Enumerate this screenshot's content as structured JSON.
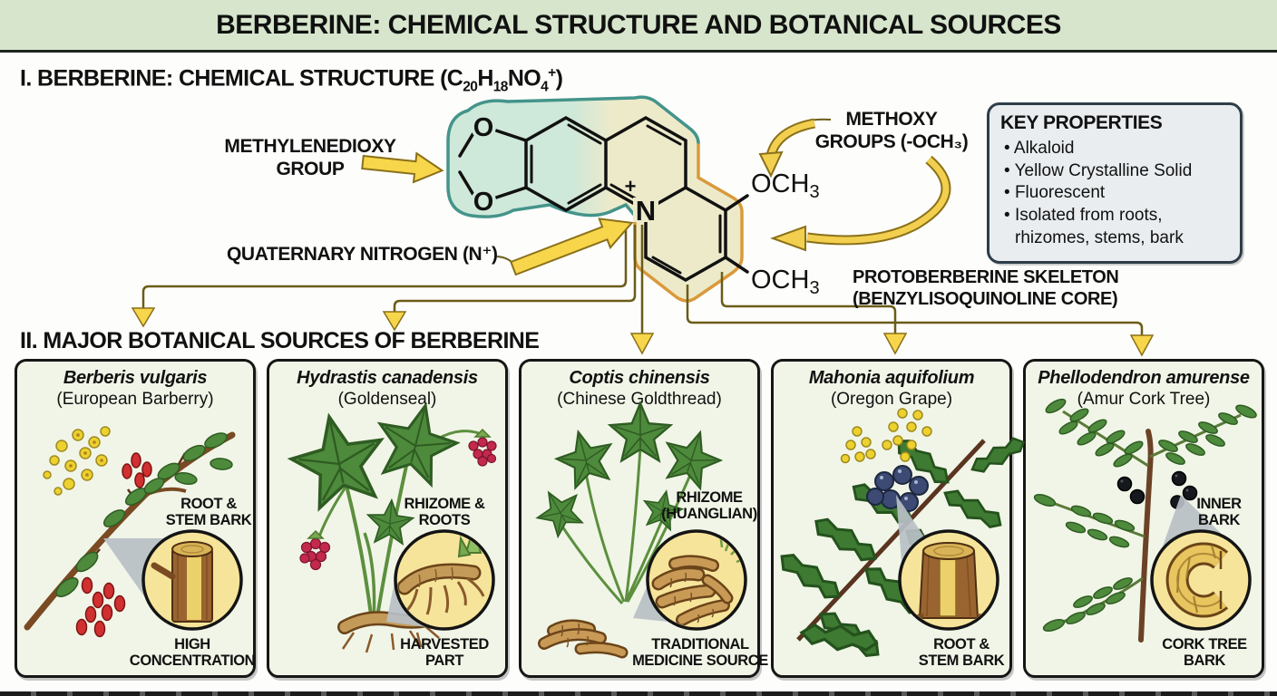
{
  "title_bar": {
    "title": "BERBERINE: CHEMICAL STRUCTURE AND BOTANICAL SOURCES"
  },
  "section1": {
    "heading": {
      "prefix": "I. BERBERINE: CHEMICAL STRUCTURE (C",
      "c_sub": "20",
      "h": "H",
      "h_sub": "18",
      "no": "NO",
      "o_sub": "4",
      "charge": "+",
      "suffix": ")"
    },
    "labels": {
      "methylenedioxy_line1": "METHYLENEDIOXY",
      "methylenedioxy_line2": "GROUP",
      "quaternary": "QUATERNARY NITROGEN (N⁺)",
      "methoxy_line1": "METHOXY",
      "methoxy_line2": "GROUPS (-OCH₃)",
      "skeleton_line1": "PROTOBERBERINE SKELETON",
      "skeleton_line2": "(BENZYLISOQUINOLINE CORE)"
    },
    "structure_atoms": {
      "o_top": "O",
      "o_bottom": "O",
      "n": "N",
      "n_charge": "+",
      "ome1": "OCH",
      "ome1_sub": "3",
      "ome2": "OCH",
      "ome2_sub": "3"
    },
    "key_properties": {
      "title": "KEY PROPERTIES",
      "bullet": "•",
      "items": [
        "Alkaloid",
        "Yellow Crystalline Solid",
        "Fluorescent",
        "Isolated from roots, rhizomes, stems, bark"
      ]
    }
  },
  "section2": {
    "heading": "II. MAJOR BOTANICAL SOURCES OF BERBERINE",
    "panels": [
      {
        "latin": "Berberis vulgaris",
        "common": "(European Barberry)",
        "part_label": "ROOT &\nSTEM BARK",
        "note": "HIGH\nCONCENTRATION"
      },
      {
        "latin": "Hydrastis canadensis",
        "common": "(Goldenseal)",
        "part_label": "RHIZOME &\nROOTS",
        "note": "HARVESTED\nPART"
      },
      {
        "latin": "Coptis chinensis",
        "common": "(Chinese Goldthread)",
        "part_label": "RHIZOME\n(HUANGLIAN)",
        "note": "TRADITIONAL\nMEDICINE SOURCE"
      },
      {
        "latin": "Mahonia aquifolium",
        "common": "(Oregon Grape)",
        "part_label": "",
        "note": "ROOT &\nSTEM BARK"
      },
      {
        "latin": "Phellodendron amurense",
        "common": "(Amur Cork Tree)",
        "part_label": "INNER\nBARK",
        "note": "CORK TREE\nBARK"
      }
    ]
  },
  "colors": {
    "title_bar_bg": "#d6e5cc",
    "panel_bg": "#f1f5e7",
    "accent_yellow": "#f7d64b",
    "teal_highlight": "#cee8d9",
    "teal_outline": "#44948a",
    "tan_highlight": "#edeaca",
    "orange_outline": "#d9993b",
    "inset_circle_fill": "#f6e49b",
    "connector_olive": "#6b5c17"
  }
}
